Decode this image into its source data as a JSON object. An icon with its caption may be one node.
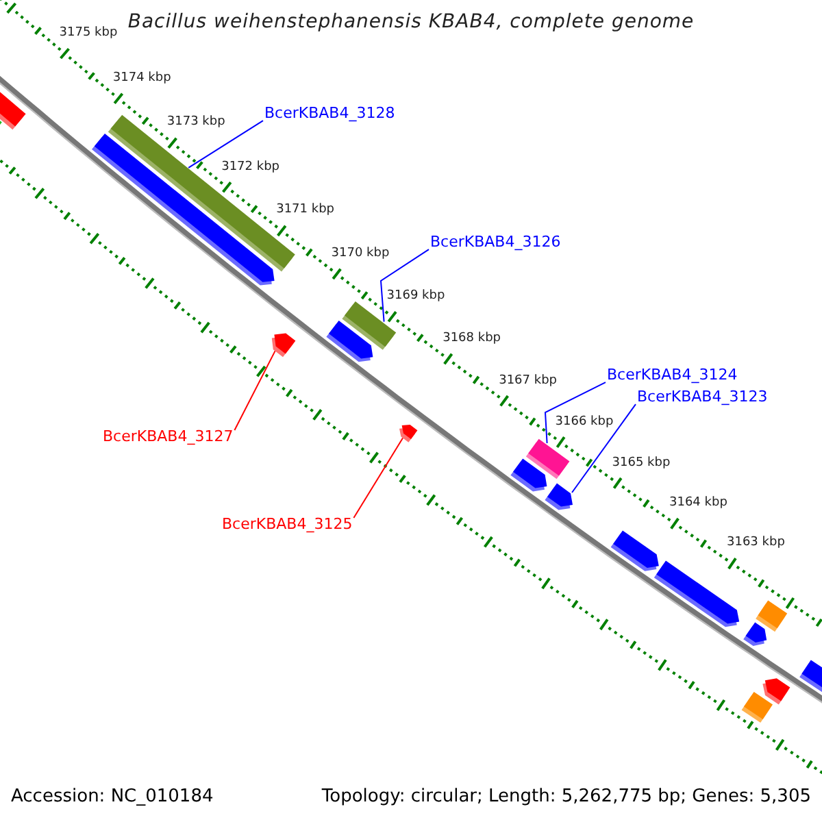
{
  "diagram": {
    "title": "Bacillus weihenstephanensis KBAB4, complete genome",
    "nodes": [
      {
        "text": [
          "BcerKBAB4_3128"
        ]
      },
      {
        "text": [
          "BcerKBAB4_3126"
        ]
      },
      {
        "text": [
          "BcerKBAB4_3124"
        ]
      },
      {
        "text": [
          "BcerKBAB4_3123"
        ]
      },
      {
        "text": [
          "BcerKBAB4_3127"
        ]
      },
      {
        "text": [
          "BcerKBAB4_3125"
        ]
      },
      {
        "text": [],
        "shape": "bar"
      },
      {
        "text": [],
        "shape": "bar"
      },
      {
        "text": [],
        "shape": "bar"
      },
      {
        "text": [],
        "shape": "bar"
      },
      {
        "text": [],
        "shape": "bar"
      },
      {
        "text": [],
        "shape": "bar"
      },
      {
        "text": [],
        "shape": "bar"
      },
      {
        "text": [],
        "shape": "bar"
      },
      {
        "text": [],
        "shape": "bar"
      },
      {
        "text": [],
        "shape": "bar"
      },
      {
        "text": [],
        "shape": "bar"
      },
      {
        "text": [],
        "shape": "bar"
      },
      {
        "text": [],
        "shape": "bar"
      },
      {
        "text": [],
        "shape": "bar"
      },
      {
        "text": [],
        "shape": "bar"
      },
      {
        "text": [],
        "shape": "bar"
      },
      {
        "text": [],
        "shape": "bar"
      },
      {
        "text": [],
        "shape": "bar"
      }
    ],
    "edges": [
      {
        "from": 0,
        "to": 8,
        "arrow": "none"
      },
      {
        "from": 1,
        "to": 11,
        "arrow": "none"
      },
      {
        "from": 2,
        "to": 14,
        "arrow": "none"
      },
      {
        "from": 3,
        "to": 16,
        "arrow": "none"
      },
      {
        "from": 4,
        "to": 10,
        "arrow": "none",
        "color": "#ff0000"
      },
      {
        "from": 5,
        "to": 13,
        "arrow": "none",
        "color": "#ff0000"
      }
    ],
    "labels": [
      "3175 kbp",
      "3174 kbp",
      "3173 kbp",
      "3172 kbp",
      "3171 kbp",
      "3170 kbp",
      "3169 kbp",
      "3168 kbp",
      "3167 kbp",
      "3166 kbp",
      "3165 kbp",
      "3164 kbp",
      "3163 kbp",
      "Accession: NC_010184",
      "Topology: circular; Length: 5,262,775 bp; Genes: 5,305"
    ]
  }
}
